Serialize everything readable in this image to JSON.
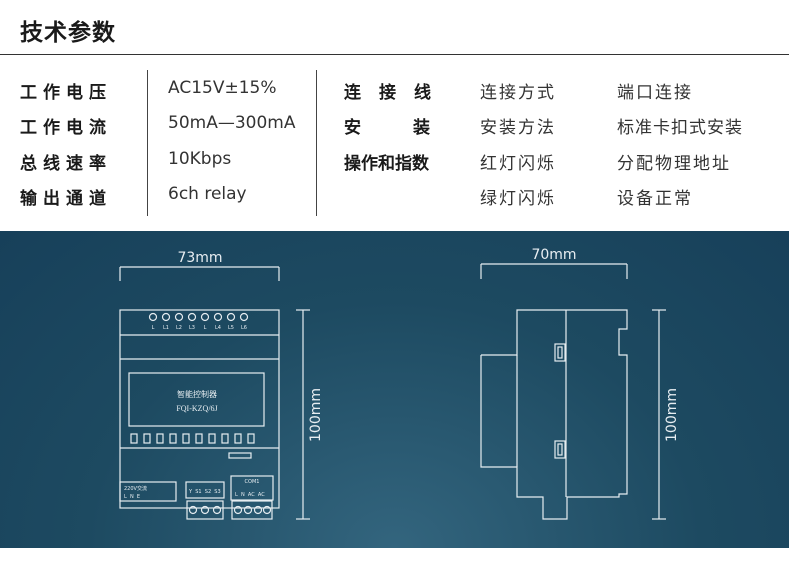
{
  "title": "技术参数",
  "specs_left": [
    {
      "label": "工作电压",
      "value": "AC15V±15%"
    },
    {
      "label": "工作电流",
      "value": "50mA—300mA"
    },
    {
      "label": "总线速率",
      "value": "10Kbps"
    },
    {
      "label": "输出通道",
      "value": "6ch relay"
    }
  ],
  "specs_right": [
    {
      "label": "连接线",
      "value1": "连接方式",
      "value2": "端口连接"
    },
    {
      "label": "安装",
      "value1": "安装方法",
      "value2": "标准卡扣式安装"
    },
    {
      "label": "操作和指数",
      "value1": "红灯闪烁",
      "value2": "分配物理地址"
    },
    {
      "label": "",
      "value1": "绿灯闪烁",
      "value2": "设备正常"
    }
  ],
  "drawing": {
    "front_width": "73mm",
    "side_width": "70mm",
    "front_height": "100mm",
    "side_height": "100mm",
    "panel_line1": "智能控制器",
    "panel_line2": "FQI-KZQ/6J",
    "top_terminal_labels": [
      "L",
      "L1",
      "L2",
      "L3",
      "L",
      "L4",
      "L5",
      "L6"
    ],
    "power_label": "220V交流",
    "power_terms": "L  N  E",
    "bus_terms": "Y  S1  S2  S3",
    "com_label": "COM1",
    "com_terms": "L  N  AC  AC"
  }
}
